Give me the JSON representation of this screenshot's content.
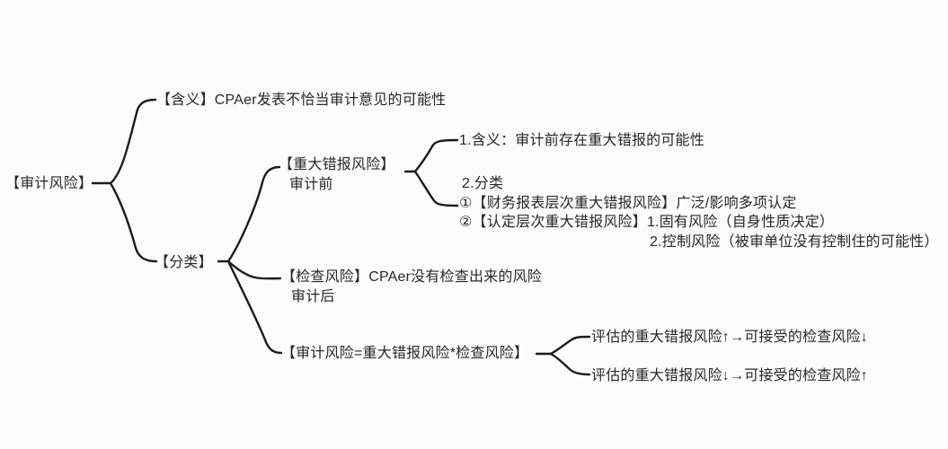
{
  "colors": {
    "background": "#fcfcfc",
    "line": "#1c1c1c",
    "text": "#272727"
  },
  "mindmap": {
    "root": {
      "label": "【审计风险】"
    },
    "meaning": {
      "label": "【含义】CPAer发表不恰当审计意见的可能性"
    },
    "classification": {
      "label": "【分类】"
    },
    "material_misstatement": {
      "title": "【重大错报风险】",
      "subtitle": "审计前"
    },
    "mm_meaning": {
      "label": "1.含义：审计前存在重大错报的可能性"
    },
    "mm_classification": {
      "heading": "2.分类",
      "item1": "①【财务报表层次重大错报风险】广泛/影响多项认定",
      "item2": "②【认定层次重大错报风险】1.固有风险（自身性质决定）",
      "item2_cont": "2.控制风险（被审单位没有控制住的可能性）"
    },
    "detection_risk": {
      "title": "【检查风险】CPAer没有检查出来的风险",
      "subtitle": "审计后"
    },
    "formula": {
      "label": "【审计风险=重大错报风险*检查风险】"
    },
    "relation_up": {
      "label": "评估的重大错报风险↑→可接受的检查风险↓"
    },
    "relation_down": {
      "label": "评估的重大错报风险↓→可接受的检查风险↑"
    }
  }
}
